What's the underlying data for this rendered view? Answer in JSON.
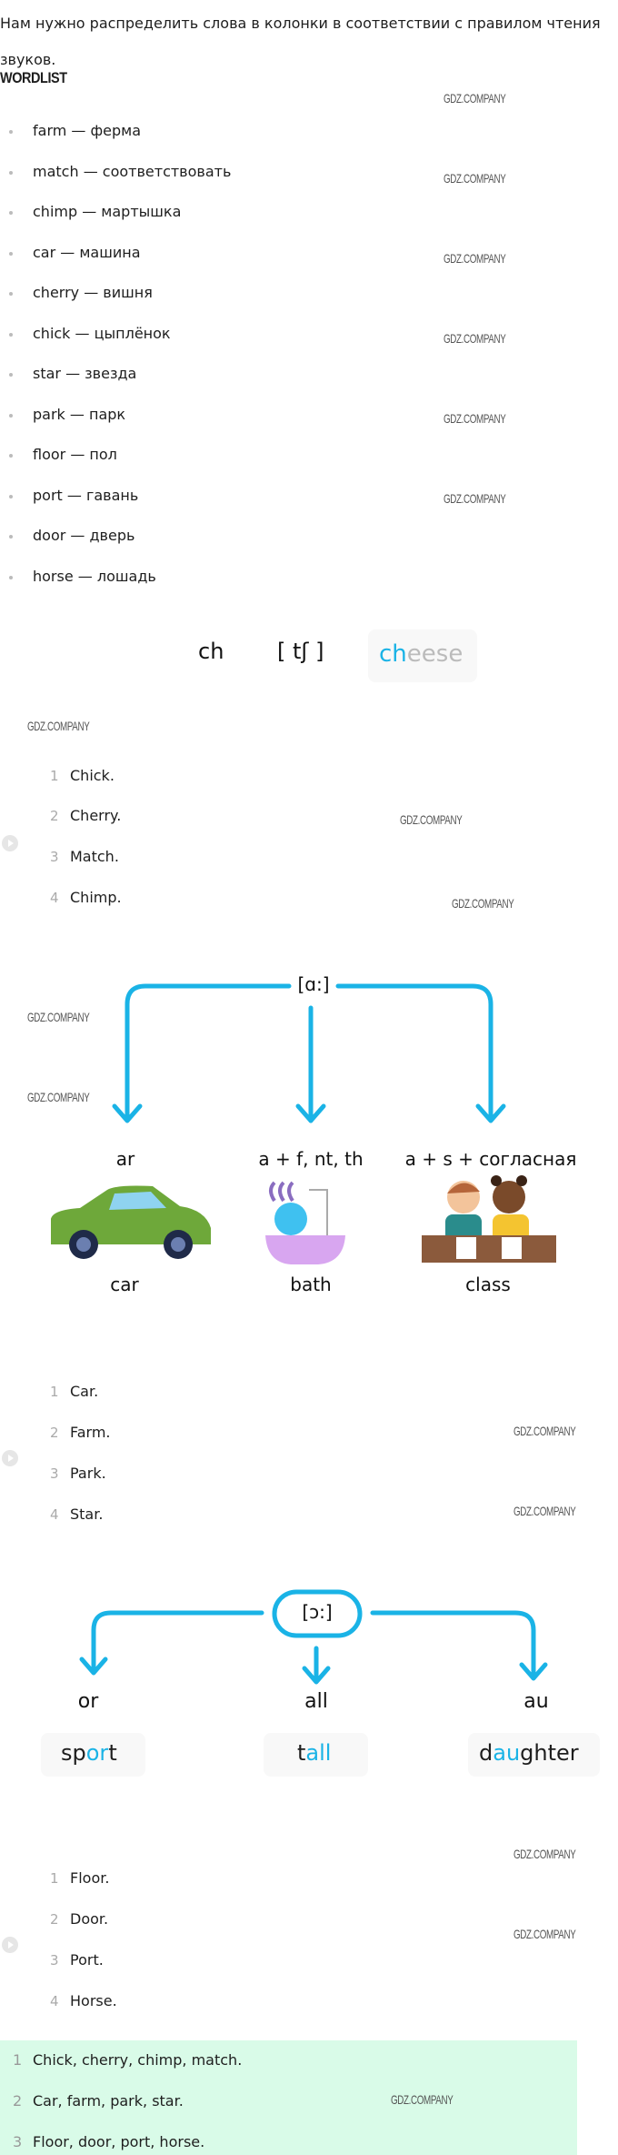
{
  "intro": "Нам нужно распределить слова в колонки в соответствии с правилом чтения звуков.",
  "wordlist": {
    "heading": "WORDLIST",
    "items": [
      "farm — ферма",
      "match — соответствовать",
      "chimp — мартышка",
      "car — машина",
      "cherry — вишня",
      "chick — цыплёнок",
      "star — звезда",
      "park — парк",
      "floor — пол",
      "port — гавань",
      "door — дверь",
      "horse — лошадь"
    ]
  },
  "ch_rule": {
    "letters": "ch",
    "sound": "[ tʃ ]",
    "example_highlight": "ch",
    "example_rest": "eese"
  },
  "list1": [
    {
      "n": "1",
      "t": "Chick."
    },
    {
      "n": "2",
      "t": "Cherry."
    },
    {
      "n": "3",
      "t": "Match."
    },
    {
      "n": "4",
      "t": "Chimp."
    }
  ],
  "a_rule": {
    "sound": "[ɑ:]",
    "branches": [
      {
        "label": "ar",
        "caption": "car"
      },
      {
        "label": "a + f, nt, th",
        "caption": "bath"
      },
      {
        "label": "a + s + согласная",
        "caption": "class"
      }
    ]
  },
  "list2": [
    {
      "n": "1",
      "t": "Car."
    },
    {
      "n": "2",
      "t": "Farm."
    },
    {
      "n": "3",
      "t": "Park."
    },
    {
      "n": "4",
      "t": "Star."
    }
  ],
  "o_rule": {
    "sound": "[ɔ:]",
    "branches": [
      {
        "label": "or",
        "ex": [
          "sp",
          "or",
          "t"
        ]
      },
      {
        "label": "all",
        "ex": [
          "t",
          "all",
          ""
        ]
      },
      {
        "label": "au",
        "ex": [
          "d",
          "au",
          "ghter"
        ]
      }
    ]
  },
  "list3": [
    {
      "n": "1",
      "t": "Floor."
    },
    {
      "n": "2",
      "t": "Door."
    },
    {
      "n": "3",
      "t": "Port."
    },
    {
      "n": "4",
      "t": "Horse."
    }
  ],
  "answer": [
    {
      "n": "1",
      "t": "Chick, cherry, chimp, match."
    },
    {
      "n": "2",
      "t": "Car, farm, park, star."
    },
    {
      "n": "3",
      "t": "Floor, door, port, horse."
    }
  ],
  "watermark": "GDZ.COMPANY",
  "colors": {
    "accent": "#1ab3e6",
    "answer_bg": "#d9fbe8"
  }
}
